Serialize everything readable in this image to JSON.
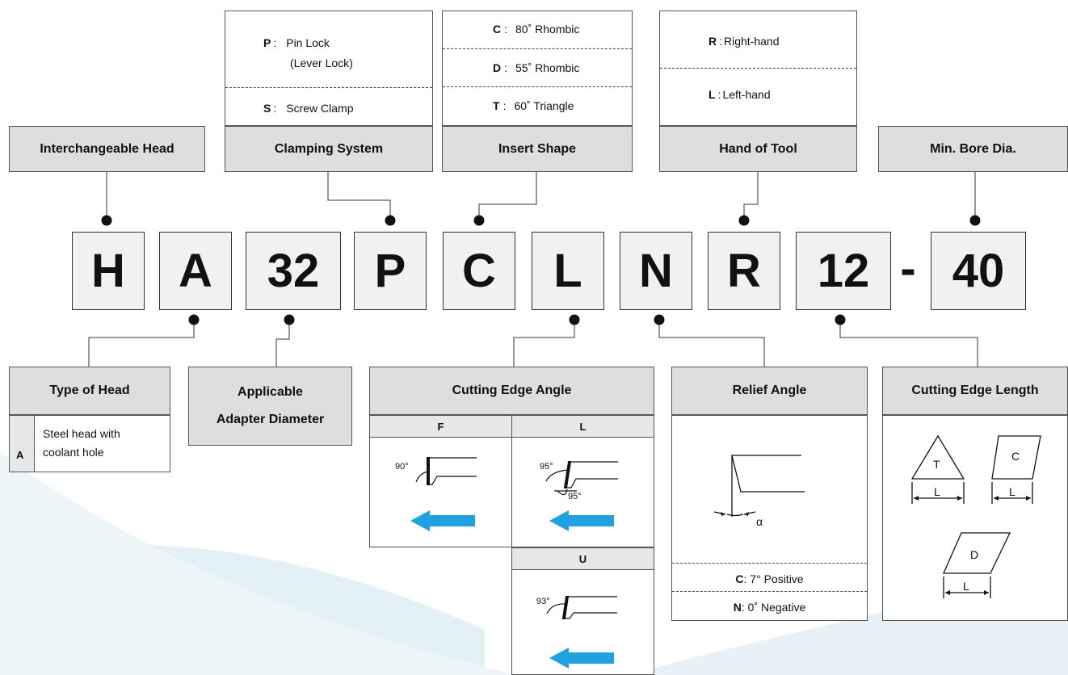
{
  "code_parts": [
    {
      "id": "h",
      "text": "H"
    },
    {
      "id": "a",
      "text": "A"
    },
    {
      "id": "dia",
      "text": "32"
    },
    {
      "id": "p",
      "text": "P"
    },
    {
      "id": "c",
      "text": "C"
    },
    {
      "id": "l",
      "text": "L"
    },
    {
      "id": "n",
      "text": "N"
    },
    {
      "id": "r",
      "text": "R"
    },
    {
      "id": "len",
      "text": "12"
    },
    {
      "id": "sep",
      "text": "-"
    },
    {
      "id": "bore",
      "text": "40"
    }
  ],
  "top": {
    "interchangeable_head": {
      "title": "Interchangeable Head"
    },
    "clamping_system": {
      "title": "Clamping System",
      "options": [
        {
          "code": "P",
          "sep": ":",
          "label": "Pin Lock",
          "sub": "(Lever Lock)"
        },
        {
          "code": "S",
          "sep": ":",
          "label": "Screw Clamp"
        }
      ]
    },
    "insert_shape": {
      "title": "Insert Shape",
      "options": [
        {
          "code": "C",
          "sep": ":",
          "label": "80˚ Rhombic"
        },
        {
          "code": "D",
          "sep": ":",
          "label": "55˚ Rhombic"
        },
        {
          "code": "T",
          "sep": ":",
          "label": "60˚ Triangle"
        }
      ]
    },
    "hand_of_tool": {
      "title": "Hand of Tool",
      "options": [
        {
          "code": "R",
          "sep": ":",
          "label": "Right-hand"
        },
        {
          "code": "L",
          "sep": ":",
          "label": "Left-hand"
        }
      ]
    },
    "min_bore": {
      "title": "Min. Bore Dia."
    }
  },
  "bottom": {
    "type_of_head": {
      "title": "Type of Head",
      "row": {
        "code": "A",
        "line1": "Steel head with",
        "line2": "coolant hole"
      }
    },
    "adapter_dia": {
      "title_line1": "Applicable",
      "title_line2": "Adapter Diameter"
    },
    "cutting_edge_angle": {
      "title": "Cutting Edge Angle",
      "cols": [
        {
          "label": "F",
          "angles": [
            "90°"
          ]
        },
        {
          "label": "L",
          "angles": [
            "95°",
            "95°"
          ]
        },
        {
          "label": "U",
          "angles": [
            "93°"
          ]
        }
      ]
    },
    "relief_angle": {
      "title": "Relief Angle",
      "symbol": "α",
      "options": [
        {
          "code": "C",
          "label": ": 7° Positive"
        },
        {
          "code": "N",
          "label": ": 0˚ Negative"
        }
      ]
    },
    "cutting_edge_length": {
      "title": "Cutting Edge Length",
      "shapes": [
        {
          "letter": "T",
          "dim": "L"
        },
        {
          "letter": "C",
          "dim": "L"
        },
        {
          "letter": "D",
          "dim": "L"
        }
      ]
    }
  },
  "colors": {
    "header_fill": "#dcdedf",
    "arrow": "#1fa3e0",
    "code_fill": "#f0f1f1"
  }
}
